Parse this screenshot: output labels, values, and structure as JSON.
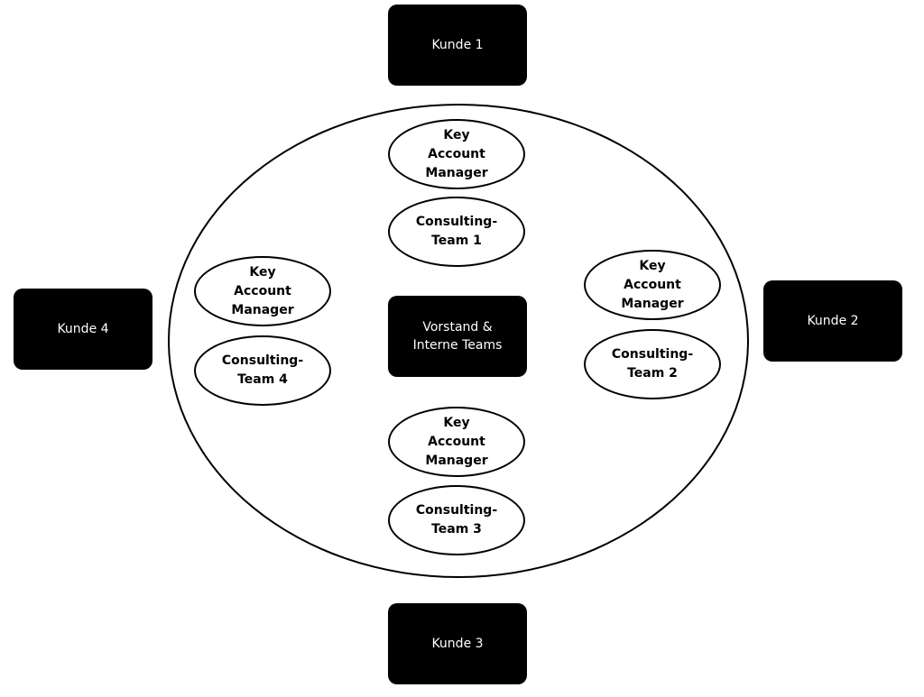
{
  "customers": {
    "kunde1": "Kunde 1",
    "kunde2": "Kunde 2",
    "kunde3": "Kunde 3",
    "kunde4": "Kunde 4"
  },
  "center": {
    "line1": "Vorstand &",
    "line2": "Interne Teams"
  },
  "groups": [
    {
      "kam": [
        "Key",
        "Account",
        "Manager"
      ],
      "team": [
        "Consulting-",
        "Team 1"
      ]
    },
    {
      "kam": [
        "Key",
        "Account",
        "Manager"
      ],
      "team": [
        "Consulting-",
        "Team 2"
      ]
    },
    {
      "kam": [
        "Key",
        "Account",
        "Manager"
      ],
      "team": [
        "Consulting-",
        "Team 3"
      ]
    },
    {
      "kam": [
        "Key",
        "Account",
        "Manager"
      ],
      "team": [
        "Consulting-",
        "Team 4"
      ]
    }
  ],
  "colors": {
    "box_fill": "#000000",
    "box_text": "#ffffff",
    "outline": "#000000",
    "background": "#ffffff"
  }
}
